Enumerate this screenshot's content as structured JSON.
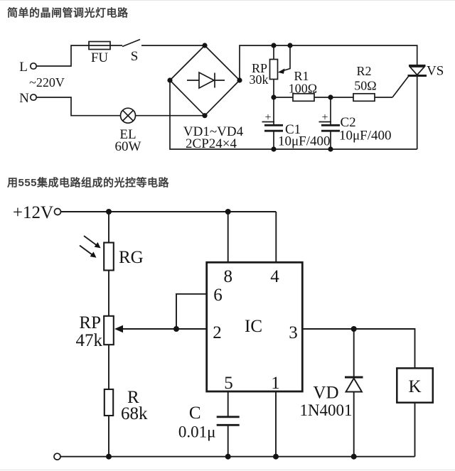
{
  "titles": {
    "c1": "简单的晶闸管调光灯电路",
    "c2": "用555集成电路组成的光控等电路"
  },
  "c1": {
    "l": "L",
    "n": "N",
    "voltage": "~220V",
    "fu": "FU",
    "s": "S",
    "el": "EL",
    "el_w": "60W",
    "bridge": "VD1~VD4",
    "bridge_type": "2CP24×4",
    "rp": "RP",
    "rp_v": "30k",
    "r1": "R1",
    "r1_v": "100Ω",
    "r2": "R2",
    "r2_v": "50Ω",
    "c1_plus": "+",
    "c1": "C1",
    "c1_v": "10μF/400",
    "c2_plus": "+",
    "c2": "C2",
    "c2_v": "10μF/400",
    "vs": "VS"
  },
  "c2": {
    "supply": "+12V",
    "rg": "RG",
    "rp": "RP",
    "rp_v": "47k",
    "r": "R",
    "r_v": "68k",
    "ic": "IC",
    "p8": "8",
    "p4": "4",
    "p6": "6",
    "p2": "2",
    "p3": "3",
    "p5": "5",
    "p1": "1",
    "c": "C",
    "c_v": "0.01μ",
    "vd": "VD",
    "vd_type": "1N4001",
    "k": "K"
  },
  "colors": {
    "line": "#1a1a1a",
    "background": "#ffffff",
    "title_text": "#3d3d3d"
  }
}
